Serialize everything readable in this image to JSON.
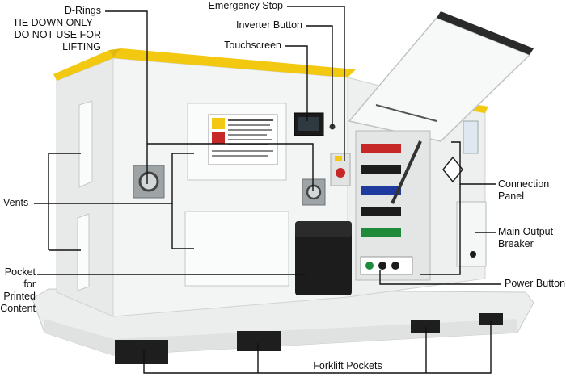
{
  "callouts": {
    "d_rings": [
      "D-Rings",
      "TIE DOWN ONLY –",
      "DO NOT USE FOR",
      "LIFTING"
    ],
    "emergency_stop": "Emergency Stop",
    "inverter_button": "Inverter Button",
    "touchscreen": "Touchscreen",
    "vents": "Vents",
    "pocket": [
      "Pocket",
      "for",
      "Printed",
      "Content"
    ],
    "connection_panel": [
      "Connection",
      "Panel"
    ],
    "main_output_breaker": [
      "Main Output",
      "Breaker"
    ],
    "power_button": "Power Button",
    "forklift_pockets": "Forklift Pockets"
  },
  "colors": {
    "roof_yellow": "#f2c811",
    "body_white": "#f3f4f4",
    "leader": "#111111",
    "connector_red": "#c62828",
    "connector_blue": "#1e3a9e",
    "connector_green": "#1f8a3a",
    "connector_black": "#1c1c1c"
  }
}
